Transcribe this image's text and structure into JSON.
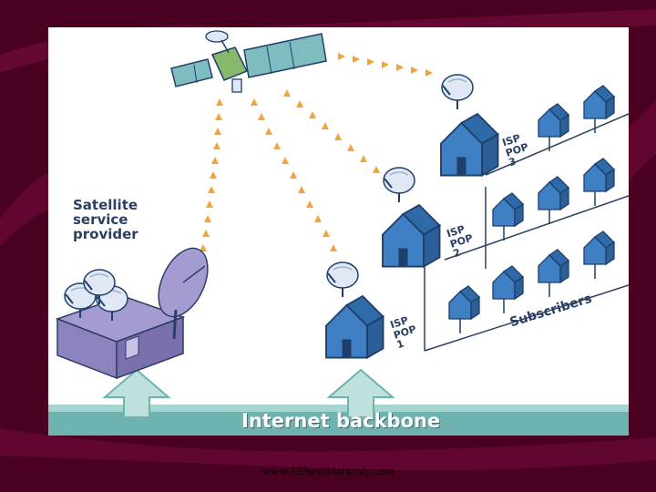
{
  "slide": {
    "footer_url": "www.123seminarsonly.com"
  },
  "diagram": {
    "provider_label": "Satellite service provider",
    "pop1_label": "ISP POP 1",
    "pop2_label": "ISP POP 2",
    "pop3_label": "ISP POP 3",
    "subscribers_label": "Subscribers",
    "backbone_label": "Internet backbone"
  },
  "colors": {
    "slide_background": "#4a0020",
    "house_blue": "#3f7fc4",
    "backbone_teal": "#6fb3b0",
    "signal_dots": "#f2a43a"
  },
  "icons": [
    "satellite-icon",
    "satellite-dish-icon",
    "house-icon",
    "up-arrow-icon"
  ]
}
